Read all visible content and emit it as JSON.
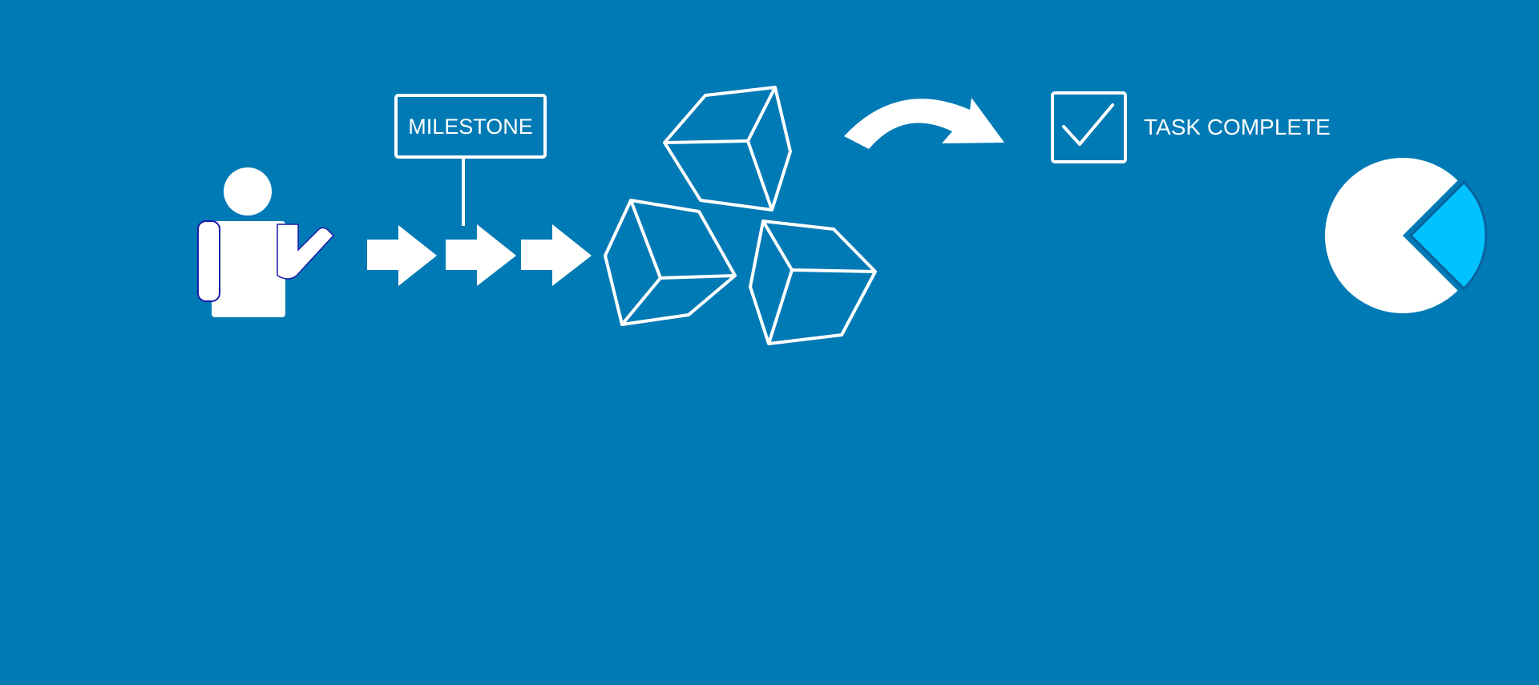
{
  "colors": {
    "background": "#007ab5",
    "foreground": "#ffffff",
    "accent": "#00c2ff",
    "outline": "#1a1aa8"
  },
  "labels": {
    "milestone": "MILESTONE",
    "task_complete": "TASK COMPLETE"
  },
  "icons": {
    "person": "presenter-icon",
    "arrows": [
      "arrow-right-icon",
      "arrow-right-icon",
      "arrow-right-icon"
    ],
    "cubes": [
      "cube-icon",
      "cube-icon",
      "cube-icon"
    ],
    "curved_arrow": "curved-arrow-icon",
    "checkbox": "checkbox-checked-icon",
    "pie": "pie-chart-icon"
  },
  "pie_accent_fraction": 0.25
}
